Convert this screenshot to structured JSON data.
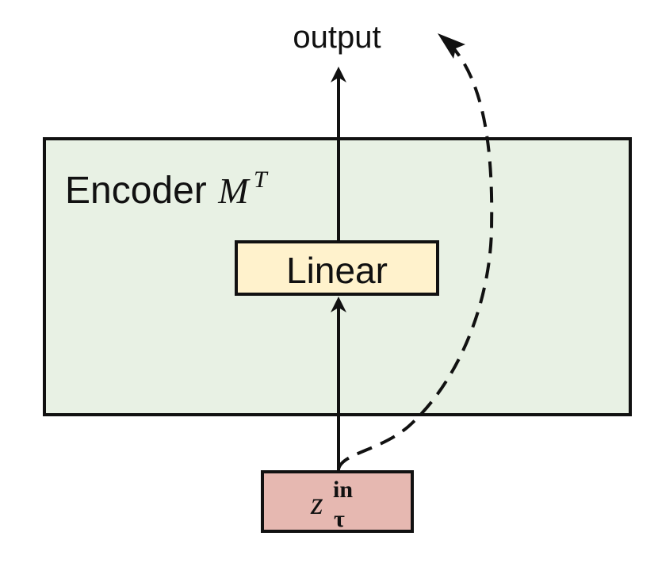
{
  "output_label": "output",
  "encoder": {
    "label": "Encoder",
    "symbol": "M",
    "superscript": "T",
    "fill": "#e8f1e4"
  },
  "linear": {
    "label": "Linear",
    "fill": "#fff2cc"
  },
  "input": {
    "symbol": "z",
    "superscript": "in",
    "subscript": "τ",
    "fill": "#e6b8b1"
  },
  "colors": {
    "stroke": "#111111"
  }
}
